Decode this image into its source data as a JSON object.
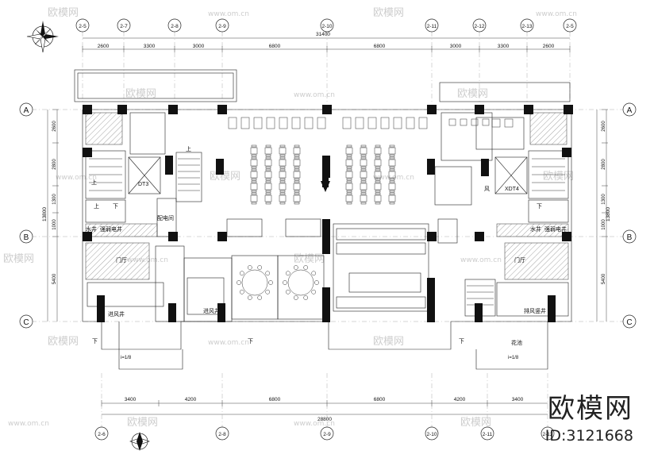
{
  "grid": {
    "top_axes": [
      "2-5",
      "2-7",
      "2-8",
      "2-9",
      "2-10",
      "2-11",
      "2-12",
      "2-13",
      "2-5"
    ],
    "bottom_axes": [
      "2-6",
      "2-8",
      "2-9",
      "2-10",
      "2-11",
      "2-12"
    ],
    "rows": [
      "A",
      "B",
      "C"
    ]
  },
  "dimensions": {
    "top_segments": [
      "2600",
      "3300",
      "3000",
      "6800",
      "6800",
      "3000",
      "3300",
      "2600"
    ],
    "top_total": "31400",
    "bottom_segments": [
      "3400",
      "4200",
      "6800",
      "6800",
      "4200",
      "3400"
    ],
    "bottom_total": "28800",
    "left_segments": [
      "2600",
      "2800",
      "1300",
      "1000",
      "5400"
    ],
    "left_total": "13800",
    "right_segments": [
      "2600",
      "2800",
      "1300",
      "1000",
      "5400"
    ],
    "right_total": "13800"
  },
  "labels": {
    "dt3": "DT3",
    "xdt4": "XDT4",
    "shuijing_left": "水井",
    "shuijing_right": "水井",
    "qiangruo_left": "强弱电井",
    "qiangruo_right": "强弱电井",
    "peidian": "配电间",
    "menting_left": "门厅",
    "menting_right": "门厅",
    "jinfeng_left": "进风井",
    "jinfeng_mid": "进风井",
    "paifeng": "排风竖井",
    "huachi": "花池",
    "feng": "风",
    "shang_1": "上",
    "shang_2": "上",
    "shang_3": "上",
    "xia_1": "下",
    "xia_2": "下",
    "xia_3": "下",
    "xia_4": "下",
    "xia_5": "下",
    "slope_left": "i=1/8",
    "slope_right": "i=1/8"
  },
  "watermark": {
    "brand": "欧模网",
    "site": "www.om.cn",
    "logo": "欧模网",
    "id": "ID:3121668"
  },
  "icons": {
    "compass": "compass-rose-icon",
    "north_arrow": "north-arrow-icon"
  }
}
